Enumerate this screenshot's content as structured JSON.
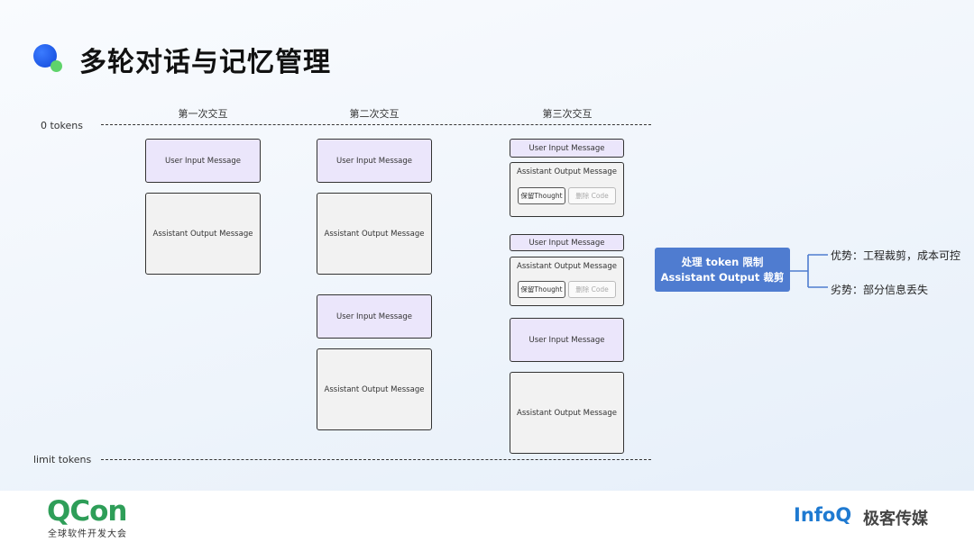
{
  "title": "多轮对话与记忆管理",
  "labels": {
    "zero_tokens": "0 tokens",
    "limit_tokens": "limit tokens"
  },
  "columns": [
    {
      "header": "第一次交互"
    },
    {
      "header": "第二次交互"
    },
    {
      "header": "第三次交互"
    }
  ],
  "messages": {
    "user": "User Input Message",
    "assistant": "Assistant Output Message"
  },
  "chips": {
    "keep": "保留Thought",
    "delete": "删除 Code"
  },
  "callout": {
    "line1": "处理 token 限制",
    "line2": "Assistant Output 裁剪"
  },
  "points": {
    "pro": "优势：工程裁剪，成本可控",
    "con": "劣势：部分信息丢失"
  },
  "footer": {
    "qcon": "QCon",
    "qcon_sub": "全球软件开发大会",
    "infoq": "InfoQ",
    "infoq_cn": "极客传媒"
  },
  "colors": {
    "user_bg": "#ebe6fb",
    "assistant_bg": "#f2f2f2",
    "callout_bg": "#4f7cd0",
    "qcon_green": "#2e9e58",
    "infoq_blue": "#1f7ad1"
  }
}
